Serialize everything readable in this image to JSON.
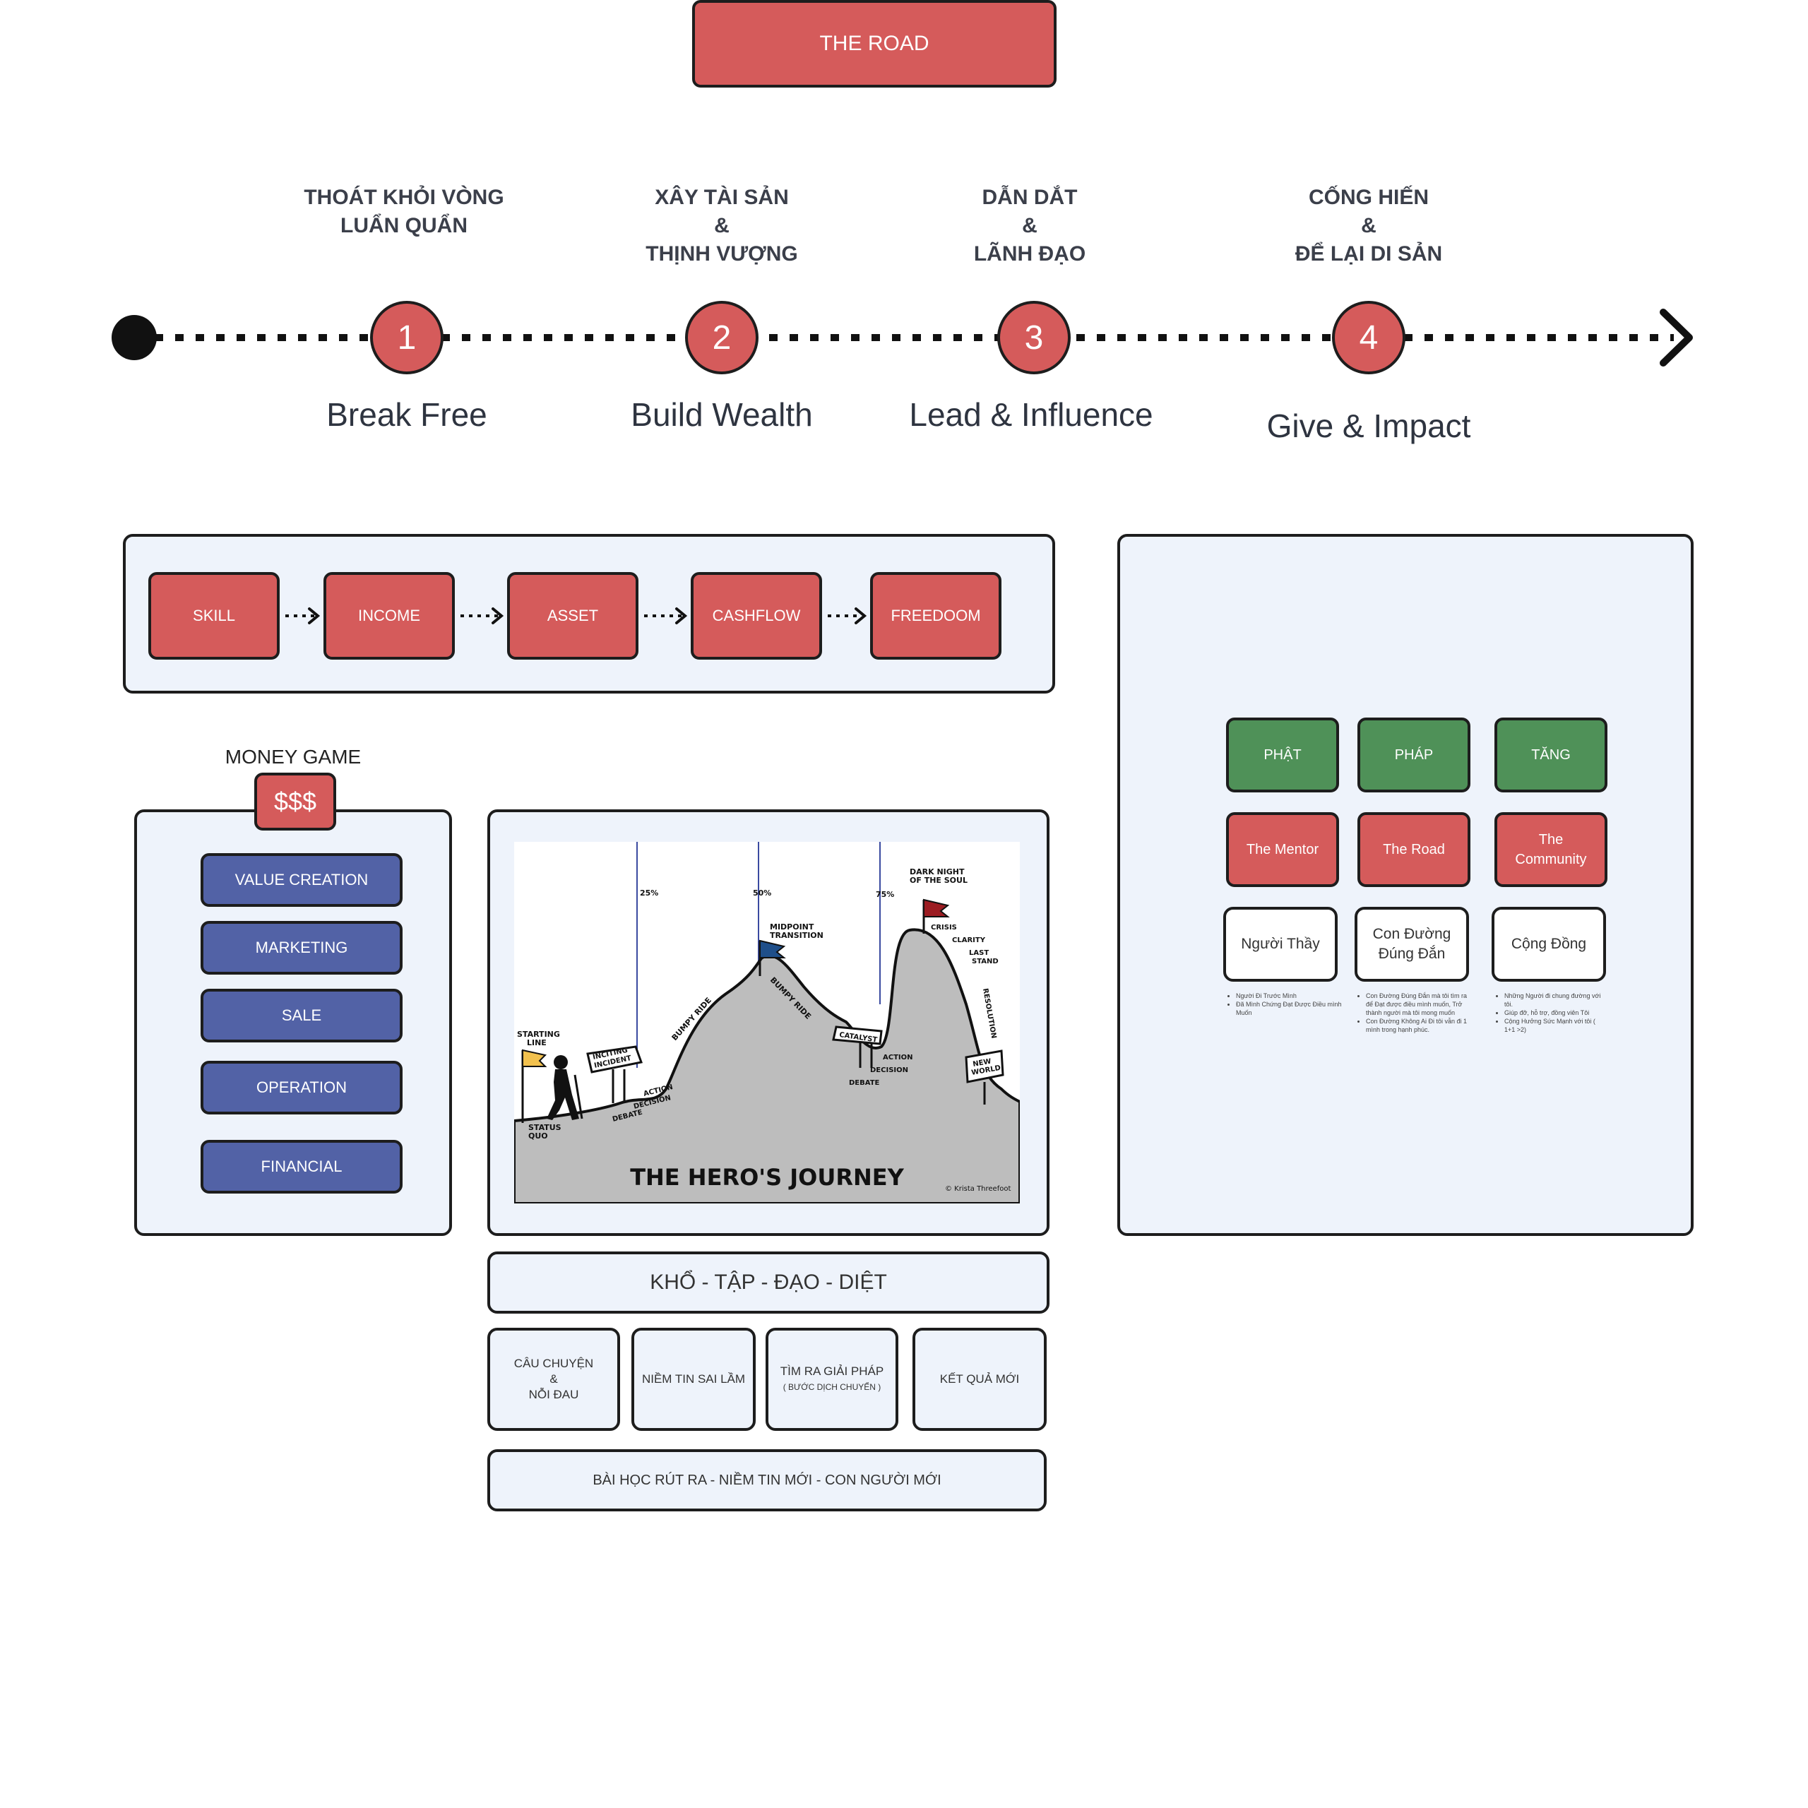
{
  "title": "THE ROAD",
  "timeline": {
    "stages": [
      {
        "number": "1",
        "heading": "THOÁT KHỎI VÒNG\nLUẨN QUẨN",
        "subtitle": "Break Free"
      },
      {
        "number": "2",
        "heading": "XÂY TÀI SẢN\n&\nTHỊNH VƯỢNG",
        "subtitle": "Build Wealth"
      },
      {
        "number": "3",
        "heading": "DẪN DẮT\n&\nLÃNH ĐẠO",
        "subtitle": "Lead & Influence"
      },
      {
        "number": "4",
        "heading": "CỐNG HIẾN\n&\nĐỂ LẠI DI SẢN",
        "subtitle": "Give & Impact"
      }
    ]
  },
  "flow": {
    "steps": [
      "SKILL",
      "INCOME",
      "ASSET",
      "CASHFLOW",
      "FREEDOOM"
    ]
  },
  "money_game": {
    "label": "MONEY GAME",
    "badge": "$$$",
    "items": [
      "VALUE CREATION",
      "MARKETING",
      "SALE",
      "OPERATION",
      "FINANCIAL"
    ]
  },
  "hero_journey": {
    "title": "THE HERO'S JOURNEY",
    "credit": "© Krista Threefoot",
    "labels": {
      "p25": "25%",
      "p50": "50%",
      "p75": "75%",
      "starting_line": "STARTING\nLINE",
      "status_quo": "STATUS\nQUO",
      "inciting": "INCITING\nINCIDENT",
      "debate1": "DEBATE",
      "decision1": "DECISION",
      "action1": "ACTION",
      "bumpy1": "BUMPY RIDE",
      "midpoint": "MIDPOINT\nTRANSITION",
      "bumpy2": "BUMPY RIDE",
      "catalyst": "CATALYST",
      "debate2": "DEBATE",
      "decision2": "DECISION",
      "action2": "ACTION",
      "dark_night": "DARK NIGHT\nOF THE SOUL",
      "crisis": "CRISIS",
      "clarity": "CLARITY",
      "last_stand": "LAST\nSTAND",
      "resolution": "RESOLUTION",
      "new_world": "NEW\nWORLD"
    }
  },
  "kho_tap": {
    "title": "KHỔ - TẬP - ĐẠO - DIỆT",
    "cards": [
      {
        "line1": "CÂU CHUYỆN",
        "line2": "&",
        "line3": "NỖI ĐAU"
      },
      {
        "line1": "NIỀM TIN SAI LẦM"
      },
      {
        "line1": "TÌM RA GIẢI PHÁP",
        "line2": "( BƯỚC DỊCH CHUYỂN )"
      },
      {
        "line1": "KẾT QUẢ MỚI"
      }
    ],
    "footer": "BÀI HỌC RÚT RA - NIỀM TIN MỚI - CON NGƯỜI MỚI"
  },
  "triad": {
    "green": [
      "PHẬT",
      "PHÁP",
      "TĂNG"
    ],
    "red": [
      "The Mentor",
      "The Road",
      "The\nCommunity"
    ],
    "white": [
      "Người Thầy",
      "Con Đường\nĐúng Đắn",
      "Cộng Đồng"
    ],
    "notes": [
      [
        "Người Đi Trước Mình",
        "Đã Mình Chứng Đạt Được Điều mình Muốn"
      ],
      [
        "Con Đường Đúng Đắn mà tôi tìm ra để Đạt được điều mình muốn, Trở thành người mà tôi mong muốn",
        "Con Đường Không Ai Đi tôi vẫn đi 1 mình trong hạnh phúc."
      ],
      [
        "Những Người đi chung đường với tôi.",
        "Giúp đỡ, hỗ trợ, đồng viên Tôi",
        "Cộng Hưởng Sức Mạnh với tôi ( 1+1 >2)"
      ]
    ]
  },
  "colors": {
    "red": "#d55b5b",
    "blue": "#5262a6",
    "green": "#4f9158",
    "panel": "#eef3fb",
    "outline": "#1d1d1d"
  }
}
